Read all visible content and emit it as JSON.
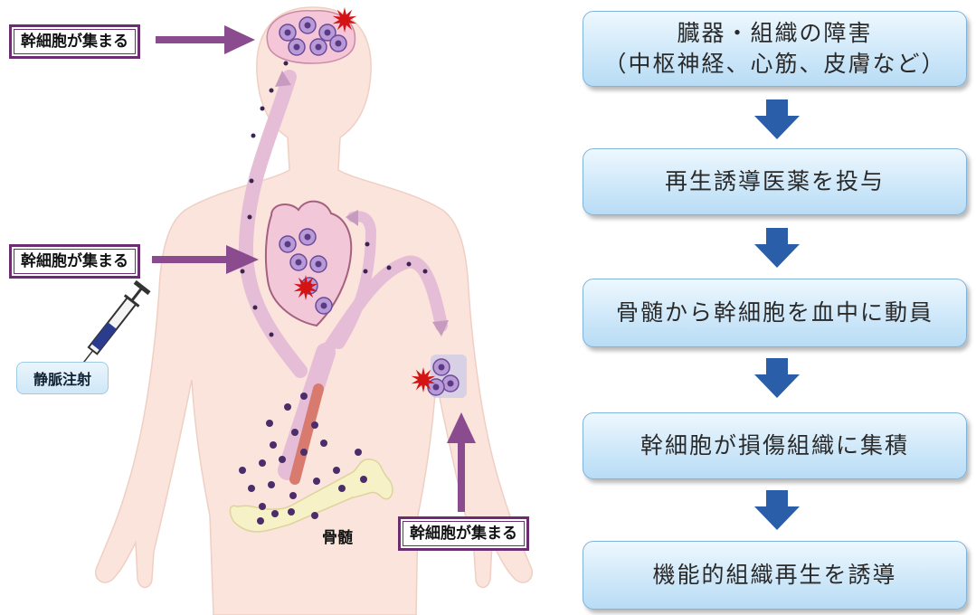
{
  "labels": {
    "stem_cells_gather_head": "幹細胞が集まる",
    "stem_cells_gather_heart": "幹細胞が集まる",
    "stem_cells_gather_arm": "幹細胞が集まる",
    "intravenous_injection": "静脈注射",
    "bone_marrow": "骨髄"
  },
  "flow": {
    "steps": [
      {
        "line1": "臓器・組織の障害",
        "line2": "（中枢神経、心筋、皮膚など）"
      },
      {
        "line1": "再生誘導医薬を投与"
      },
      {
        "line1": "骨髄から幹細胞を血中に動員"
      },
      {
        "line1": "幹細胞が損傷組織に集積"
      },
      {
        "line1": "機能的組織再生を誘導"
      }
    ]
  },
  "colors": {
    "skin": "#fbe4dc",
    "vessel": "#eac4dc",
    "callout_border": "#6b2d6f",
    "arrow_purple": "#8a4b8f",
    "flow_arrow": "#2a5ea8",
    "star": "#d41414",
    "cell": "#a98cc8"
  }
}
